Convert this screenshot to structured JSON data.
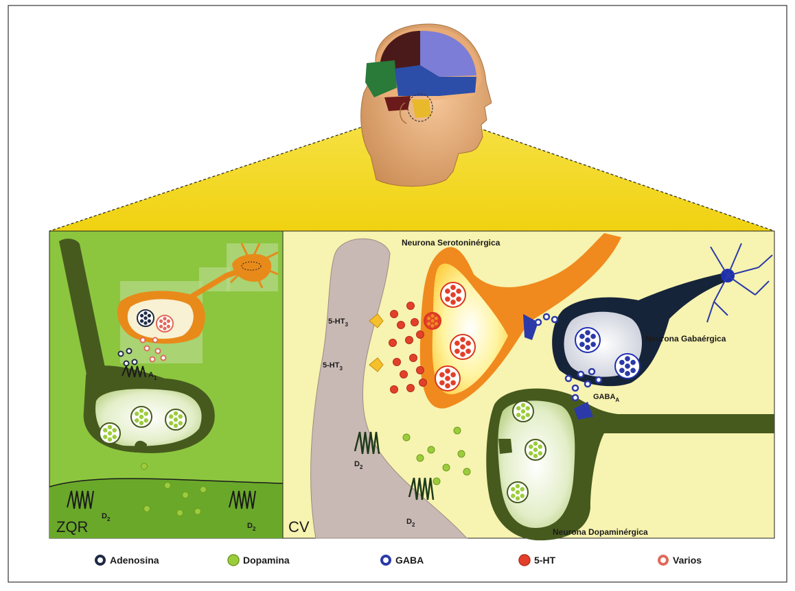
{
  "panels": {
    "left_label": "ZQR",
    "right_label": "CV"
  },
  "neurons": {
    "serotonergic": "Neurona Serotoninérgica",
    "gabaergic": "Neurona Gabaérgica",
    "dopaminergic": "Neurona Dopaminérgica"
  },
  "receptors": {
    "a1_main": "A",
    "a1_sub": "1",
    "d2_main": "D",
    "d2_sub": "2",
    "ht3_main": "5-HT",
    "ht3_sub": "3",
    "gabaa_main": "GABA",
    "gabaa_sub": "A"
  },
  "legend": [
    {
      "label": "Adenosina",
      "color": "#1f2a44",
      "style": "ring"
    },
    {
      "label": "Dopamina",
      "color": "#9ccc3c",
      "style": "dotted-fill"
    },
    {
      "label": "GABA",
      "color": "#2b3aa8",
      "style": "ring"
    },
    {
      "label": "5-HT",
      "color": "#e2402a",
      "style": "dotted-fill"
    },
    {
      "label": "Varios",
      "color": "#e06a5a",
      "style": "ring"
    }
  ],
  "colors": {
    "funnel": "#f6df1a",
    "left_bg": "#8cc63f",
    "right_bg": "#f7f3b0",
    "dopaminergic": "#465a1e",
    "serotonergic": "#f08a1e",
    "gabaergic": "#16243a",
    "tissue": "#c9b9b4"
  }
}
